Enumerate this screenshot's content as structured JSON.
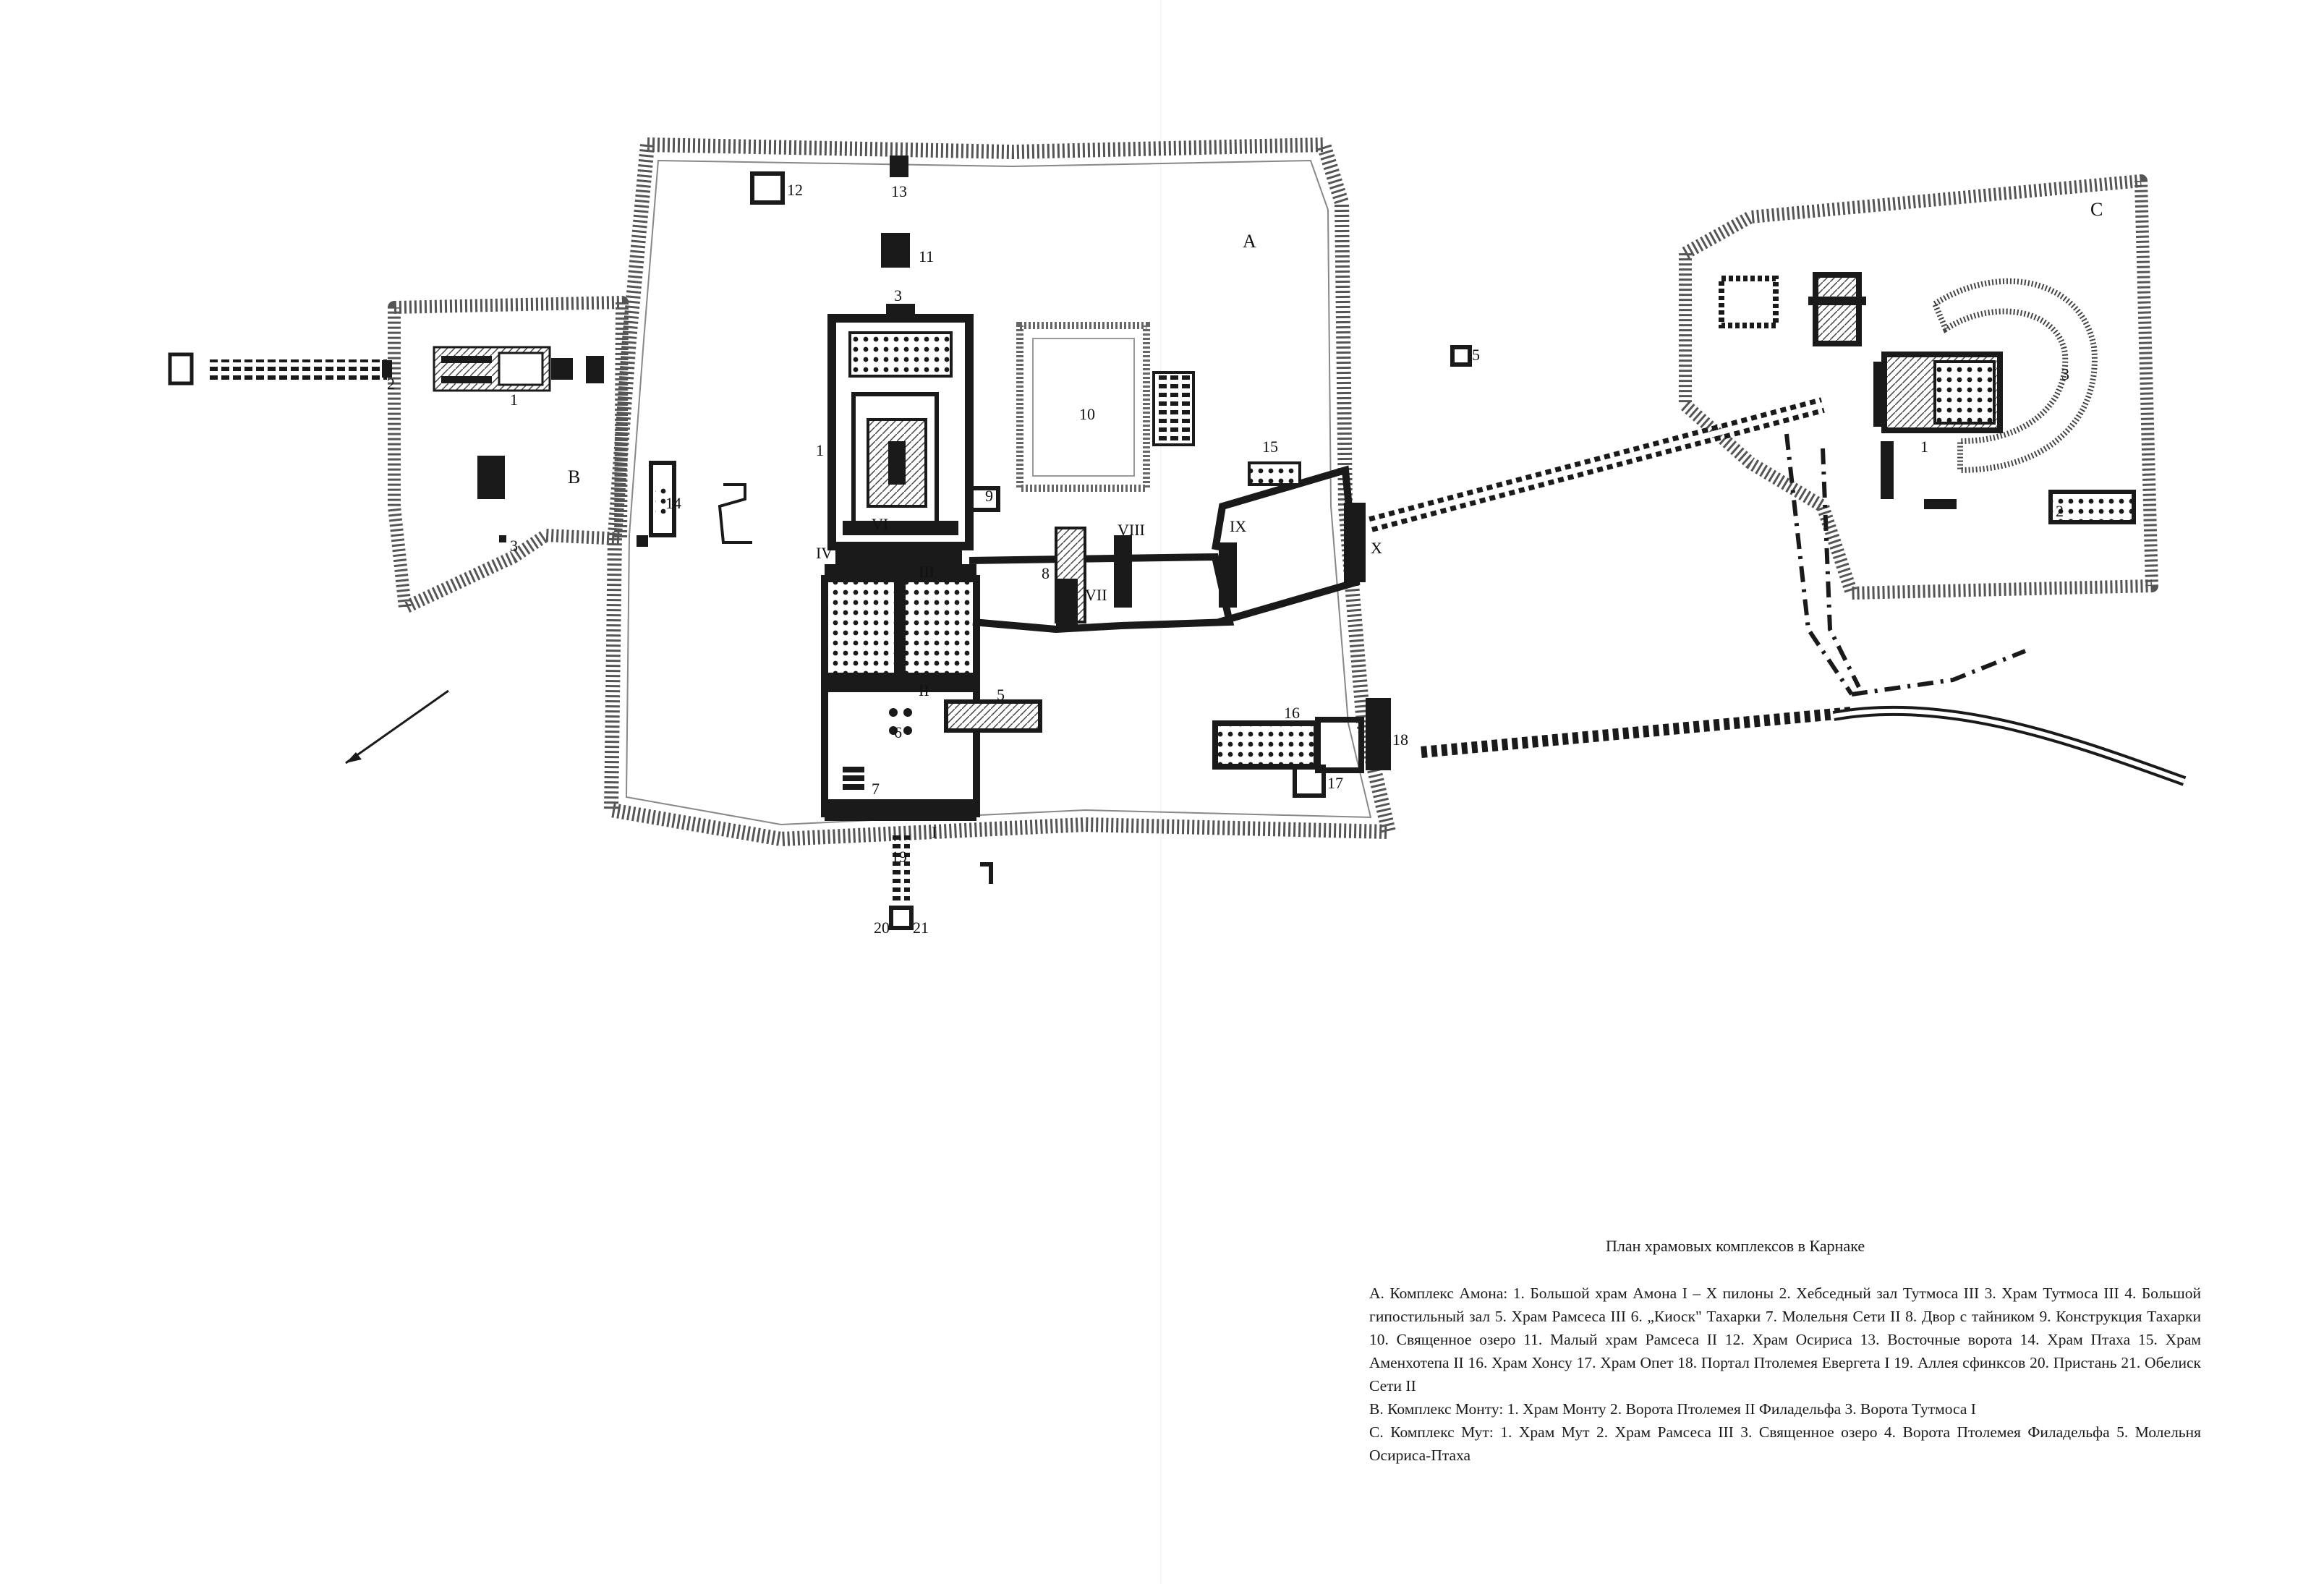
{
  "title": "План храмовых комплексов в Карнаке",
  "legend": [
    "A. Комплекс Амона: 1. Большой храм Амона I – X пилоны 2. Хебседный зал Тутмоса III 3. Храм Тутмоса III 4. Большой гипостильный зал 5. Храм Рамсеса III 6. „Киоск\" Тахарки 7. Молельня Сети II 8. Двор с тайником 9. Конструкция Тахарки 10. Священное озеро 11. Малый храм Рамсеса II 12. Храм Осириса 13. Восточные ворота 14. Храм Птаха 15. Храм Аменхотепа II 16. Храм Хонсу 17. Храм Опет 18. Портал Птолемея Евергета I 19. Аллея сфинксов 20. Пристань 21. Обелиск Сети II",
    "B. Комплекс Монту: 1. Храм Монту 2. Ворота Птолемея II Филадельфа 3. Ворота Тутмоса I",
    "C. Комплекс Мут: 1. Храм Мут 2. Храм Рамсеса III 3. Священное озеро 4. Ворота Птолемея Филадельфа 5. Молельня Осириса-Птаха"
  ],
  "map_labels": {
    "complex_a": "A",
    "complex_b": "B",
    "complex_c": "C",
    "a": [
      "1",
      "3",
      "5",
      "6",
      "7",
      "8",
      "9",
      "10",
      "11",
      "12",
      "13",
      "14",
      "15",
      "16",
      "17",
      "18",
      "19",
      "20",
      "21"
    ],
    "pylons": [
      "I",
      "II",
      "III",
      "IV",
      "VI",
      "VII",
      "VIII",
      "IX",
      "X"
    ],
    "b": [
      "1",
      "2",
      "3"
    ],
    "c": [
      "1",
      "2",
      "3",
      "5"
    ]
  },
  "colors": {
    "ink": "#1a1a1a",
    "paper": "#ffffff"
  },
  "icons": {
    "north_arrow": "arrow-icon"
  }
}
